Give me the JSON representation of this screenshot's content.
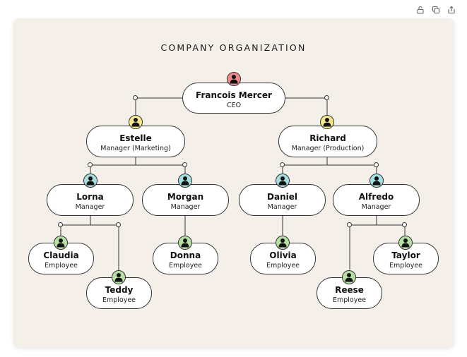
{
  "toolbar": {
    "icons": [
      "unlock-icon",
      "copy-icon",
      "share-icon"
    ]
  },
  "diagram": {
    "title": "COMPANY ORGANIZATION",
    "colors": {
      "ceo": "#ef8a8a",
      "manager_top": "#f8e88c",
      "manager": "#a6dde0",
      "employee": "#b7e0a4"
    },
    "nodes": {
      "ceo": {
        "name": "Francois Mercer",
        "role": "CEO"
      },
      "estelle": {
        "name": "Estelle",
        "role": "Manager (Marketing)"
      },
      "richard": {
        "name": "Richard",
        "role": "Manager (Production)"
      },
      "lorna": {
        "name": "Lorna",
        "role": "Manager"
      },
      "morgan": {
        "name": "Morgan",
        "role": "Manager"
      },
      "daniel": {
        "name": "Daniel",
        "role": "Manager"
      },
      "alfredo": {
        "name": "Alfredo",
        "role": "Manager"
      },
      "claudia": {
        "name": "Claudia",
        "role": "Employee"
      },
      "teddy": {
        "name": "Teddy",
        "role": "Employee"
      },
      "donna": {
        "name": "Donna",
        "role": "Employee"
      },
      "olivia": {
        "name": "Olivia",
        "role": "Employee"
      },
      "reese": {
        "name": "Reese",
        "role": "Employee"
      },
      "taylor": {
        "name": "Taylor",
        "role": "Employee"
      }
    }
  }
}
